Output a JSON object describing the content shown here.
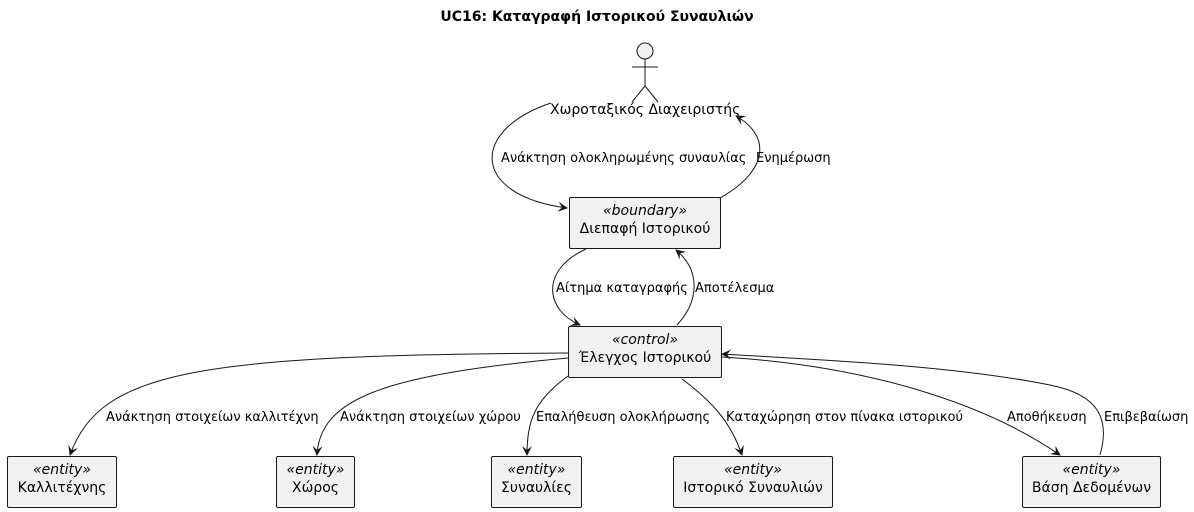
{
  "title": "UC16: Καταγραφή Ιστορικού Συναυλιών",
  "actor": {
    "name": "Χωροταξικός Διαχειριστής"
  },
  "nodes": {
    "boundary": {
      "stereotype": "«boundary»",
      "name": "Διεπαφή Ιστορικού"
    },
    "control": {
      "stereotype": "«control»",
      "name": "Έλεγχος Ιστορικού"
    },
    "artist": {
      "stereotype": "«entity»",
      "name": "Καλλιτέχνης"
    },
    "venue": {
      "stereotype": "«entity»",
      "name": "Χώρος"
    },
    "concerts": {
      "stereotype": "«entity»",
      "name": "Συναυλίες"
    },
    "history": {
      "stereotype": "«entity»",
      "name": "Ιστορικό Συναυλιών"
    },
    "db": {
      "stereotype": "«entity»",
      "name": "Βάση Δεδομένων"
    }
  },
  "edges": {
    "retrieve": "Ανάκτηση ολοκληρωμένης συναυλίας",
    "update": "Ενημέρωση",
    "request": "Αίτημα καταγραφής",
    "result": "Αποτέλεσμα",
    "artist_data": "Ανάκτηση στοιχείων καλλιτέχνη",
    "venue_data": "Ανάκτηση στοιχείων χώρου",
    "verify": "Επαλήθευση ολοκλήρωσης",
    "record": "Καταχώρηση στον πίνακα ιστορικού",
    "store": "Αποθήκευση",
    "confirm": "Επιβεβαίωση"
  }
}
